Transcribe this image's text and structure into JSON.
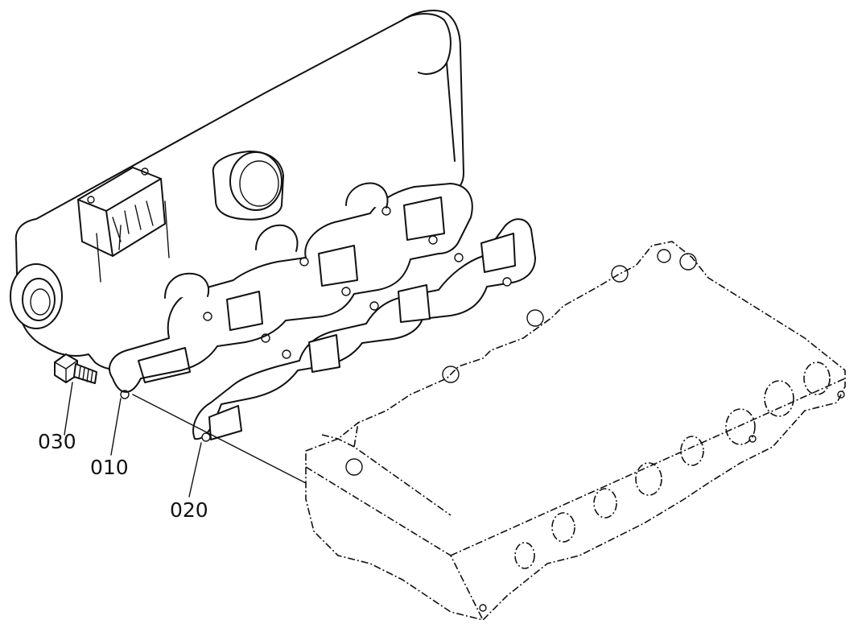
{
  "diagram": {
    "type": "exploded parts diagram",
    "subject": "Exhaust manifold assembly with gasket and cylinder head",
    "callouts": [
      {
        "id": "030",
        "label": "030",
        "part": "bolt"
      },
      {
        "id": "010",
        "label": "010",
        "part": "exhaust manifold"
      },
      {
        "id": "020",
        "label": "020",
        "part": "manifold gasket"
      }
    ]
  }
}
